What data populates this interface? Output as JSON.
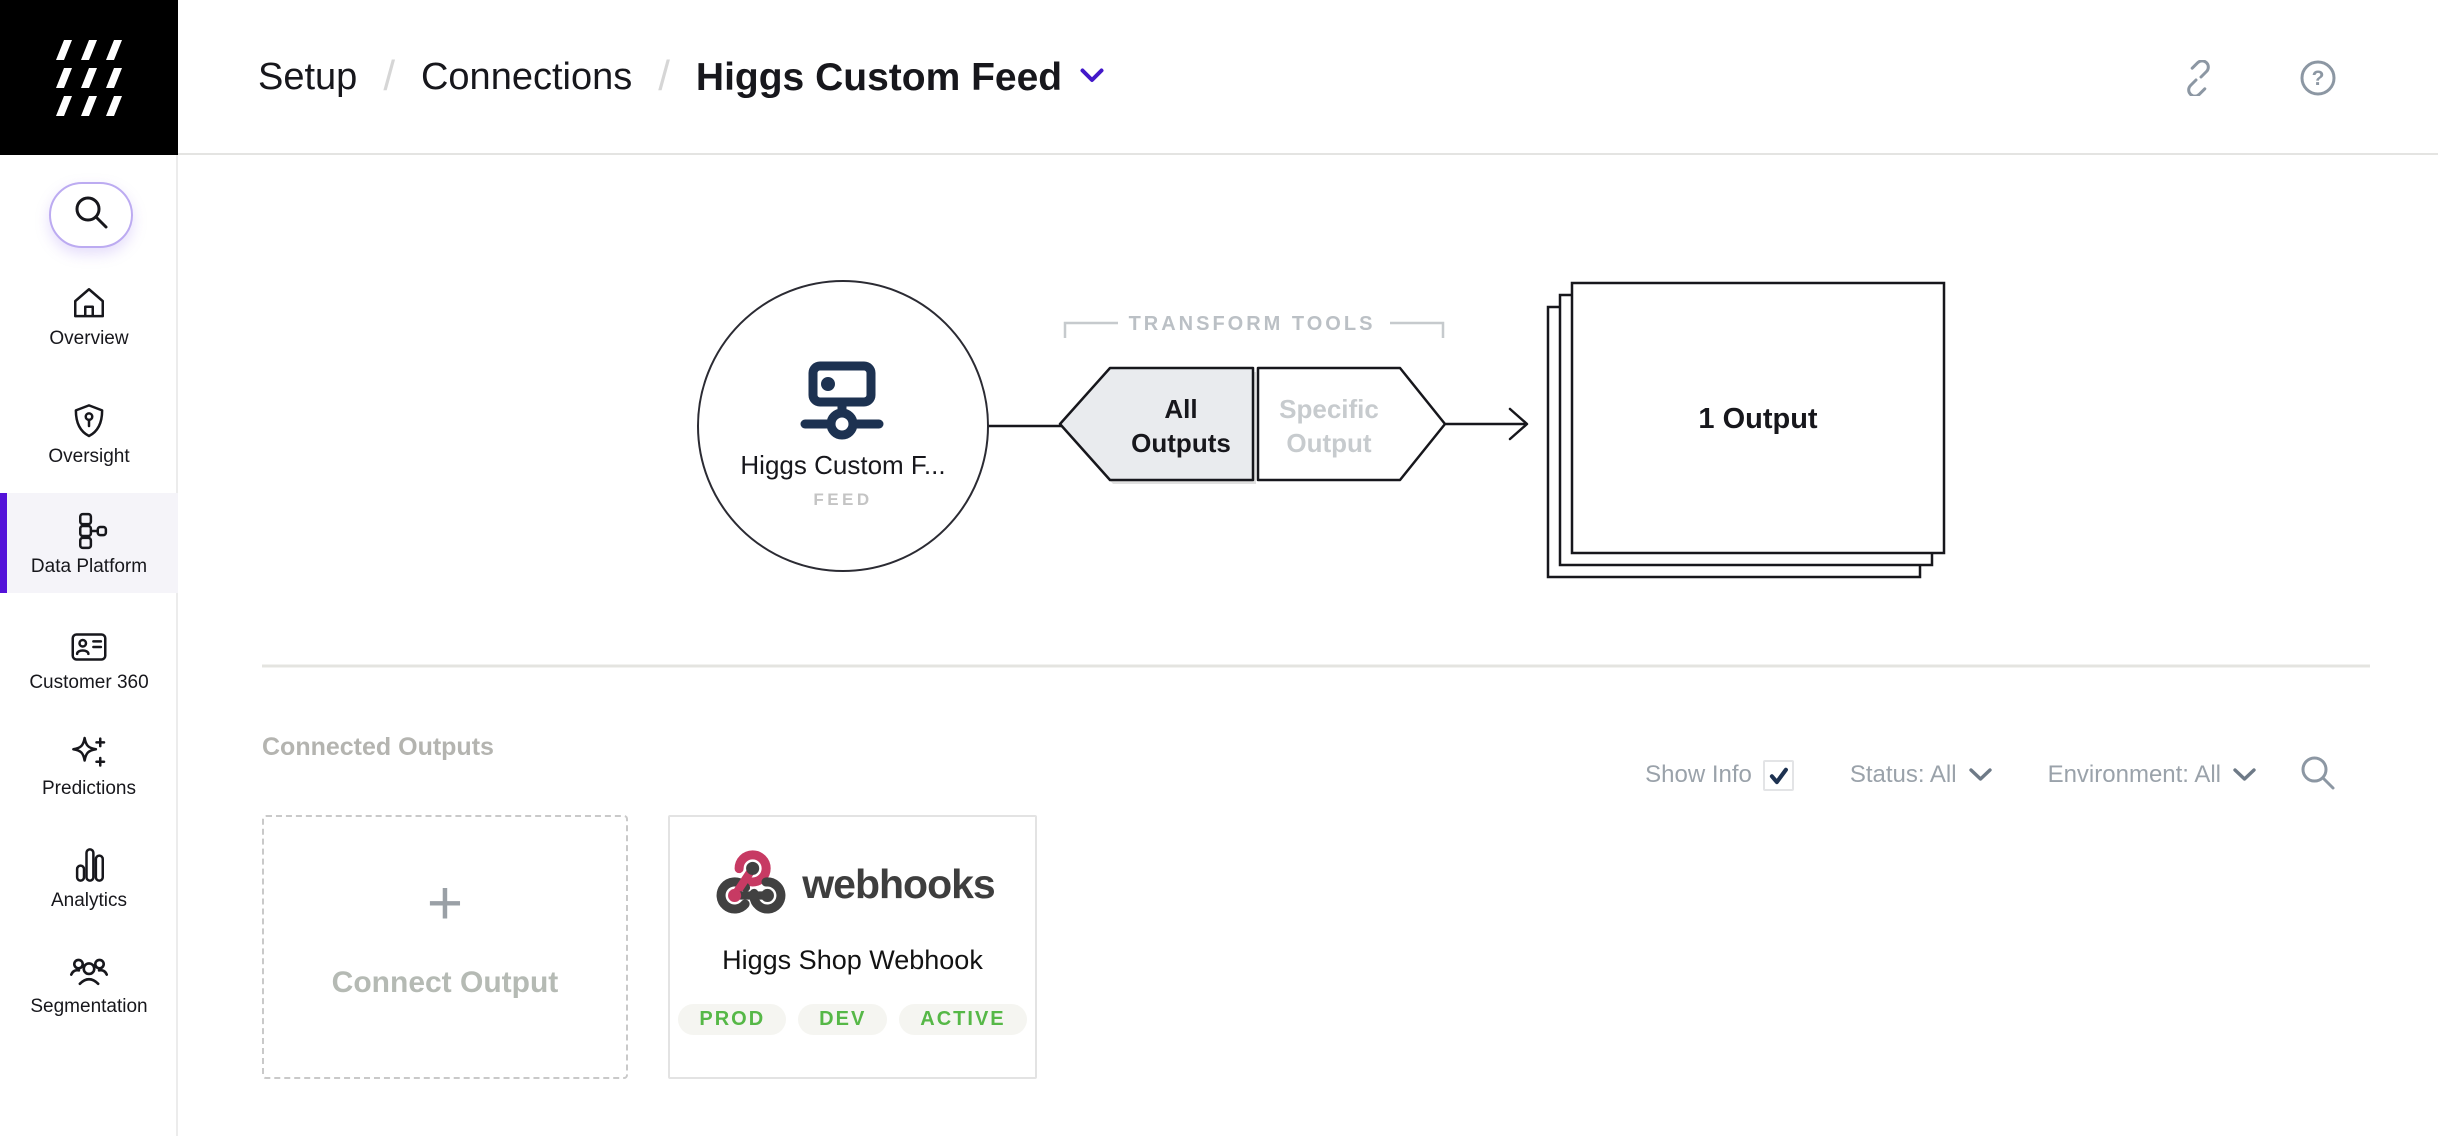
{
  "header": {
    "breadcrumb": [
      "Setup",
      "Connections"
    ],
    "current_page": "Higgs Custom Feed"
  },
  "sidebar": {
    "items": [
      {
        "label": "Overview",
        "icon": "home-icon"
      },
      {
        "label": "Oversight",
        "icon": "shield-icon"
      },
      {
        "label": "Data Platform",
        "icon": "flowchart-icon",
        "selected": true
      },
      {
        "label": "Customer 360",
        "icon": "id-card-icon"
      },
      {
        "label": "Predictions",
        "icon": "sparkle-icon"
      },
      {
        "label": "Analytics",
        "icon": "bar-chart-icon"
      },
      {
        "label": "Segmentation",
        "icon": "people-icon"
      }
    ]
  },
  "diagram": {
    "source_node": {
      "name": "Higgs Custom F...",
      "type_label": "FEED"
    },
    "transform_tools_label": "TRANSFORM TOOLS",
    "all_outputs": {
      "line1": "All",
      "line2": "Outputs"
    },
    "specific_output": {
      "line1": "Specific",
      "line2": "Output"
    },
    "output_card_label": "1 Output"
  },
  "outputs": {
    "title": "Connected Outputs",
    "show_info_label": "Show Info",
    "show_info_checked": true,
    "status_filter": "Status: All",
    "environment_filter": "Environment: All",
    "connect_card": {
      "plus_char": "+",
      "label": "Connect Output"
    },
    "webhook": {
      "brand": "webhooks",
      "name": "Higgs Shop Webhook",
      "badges": [
        "PROD",
        "DEV",
        "ACTIVE"
      ]
    }
  },
  "icons": {
    "help_char": "?"
  },
  "colors": {
    "accent_purple": "#5412d9",
    "breadcrumb_chevron": "#4318c9",
    "navy": "#1d3251",
    "green": "#56b847",
    "webhook_crimson": "#C73A63",
    "webhook_gray": "#3e3e3e",
    "pill_bg": "#f5f5f1"
  }
}
